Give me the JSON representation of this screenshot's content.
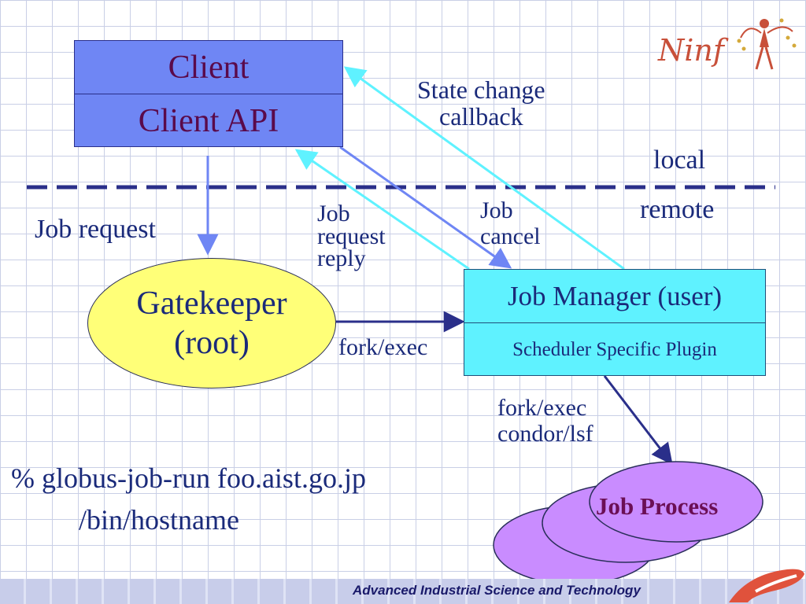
{
  "client": {
    "title": "Client",
    "api": "Client API"
  },
  "callback": {
    "line1": "State change",
    "line2": "callback"
  },
  "zones": {
    "local": "local",
    "remote": "remote"
  },
  "job_request": "Job request",
  "job_request_reply": {
    "l1": "Job",
    "l2": "request",
    "l3": "reply"
  },
  "job_cancel": {
    "l1": "Job",
    "l2": "cancel"
  },
  "gatekeeper": {
    "l1": "Gatekeeper",
    "l2": "(root)"
  },
  "fork_exec": "fork/exec",
  "job_manager": {
    "title": "Job Manager (user)",
    "plugin": "Scheduler Specific Plugin"
  },
  "fork_condor": {
    "l1": "fork/exec",
    "l2": "condor/lsf"
  },
  "command": {
    "l1": "% globus-job-run foo.aist.go.jp",
    "l2": "/bin/hostname"
  },
  "job_process": "Job Process",
  "logo": {
    "text": "Ninf"
  },
  "footer": "Advanced Industrial Science and Technology",
  "colors": {
    "client": "#6f86f4",
    "job_manager": "#5ff2ff",
    "gatekeeper": "#ffff78",
    "process": "#c98cff",
    "text": "#1a2a7a"
  }
}
